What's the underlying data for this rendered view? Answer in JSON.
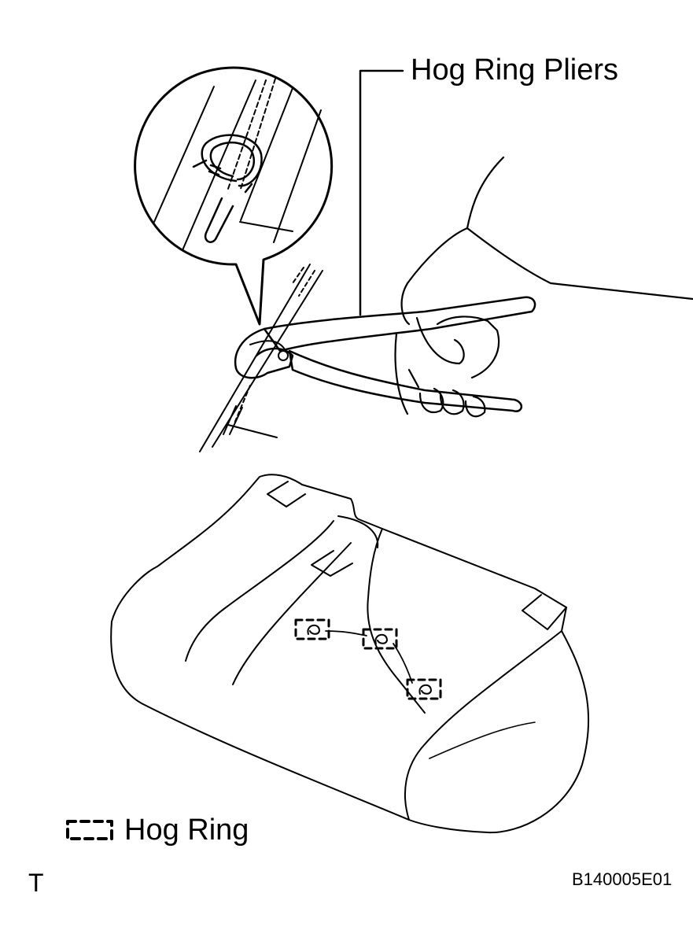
{
  "labels": {
    "pliers": "Hog Ring Pliers",
    "legend": "Hog Ring",
    "view_letter": "T",
    "figure_code": "B140005E01"
  },
  "colors": {
    "line": "#000000",
    "background": "#ffffff"
  }
}
